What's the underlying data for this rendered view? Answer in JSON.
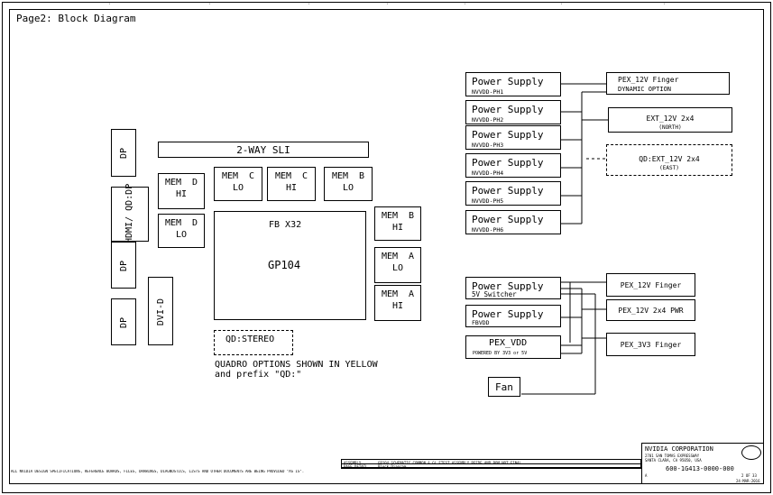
{
  "page_title": "Page2: Block Diagram",
  "left_blocks": {
    "dp1": "DP",
    "hdmi": "HDMI/ QD:DP",
    "dp2": "DP",
    "dp3": "DP",
    "dvi": "DVI-D"
  },
  "sli": "2-WAY SLI",
  "mem": {
    "d_hi": "MEM  D\nHI",
    "d_lo": "MEM  D\nLO",
    "c_lo": "MEM  C\nLO",
    "c_hi": "MEM  C\nHI",
    "b_lo": "MEM  B\nLO",
    "b_hi": "MEM  B\nHI",
    "a_lo": "MEM  A\nLO",
    "a_hi": "MEM  A\nHI"
  },
  "gpu": {
    "fb": "FB X32",
    "name": "GP104"
  },
  "qd_stereo": "QD:STEREO",
  "note_line1": "QUADRO OPTIONS SHOWN IN YELLOW",
  "note_line2": "and prefix \"QD:\"",
  "power_supplies": [
    {
      "title": "Power Supply",
      "sub": "NVVDD-PH1"
    },
    {
      "title": "Power Supply",
      "sub": "NVVDD-PH2"
    },
    {
      "title": "Power Supply",
      "sub": "NVVDD-PH3"
    },
    {
      "title": "Power Supply",
      "sub": "NVVDD-PH4"
    },
    {
      "title": "Power Supply",
      "sub": "NVVDD-PH5"
    },
    {
      "title": "Power Supply",
      "sub": "NVVDD-PH6"
    }
  ],
  "right_top": {
    "pex_finger_l1": "PEX_12V Finger",
    "pex_finger_l2": "DYNAMIC OPTION",
    "ext_north_l1": "EXT_12V 2x4",
    "ext_north_l2": "(NORTH)",
    "ext_east_l1": "QD:EXT_12V 2x4",
    "ext_east_l2": "(EAST)"
  },
  "lower_supplies": {
    "sw_title": "Power Supply",
    "sw_sub": "5V Switcher",
    "fb_title": "Power Supply",
    "fb_sub": "FBVDD",
    "pexvdd_title": "PEX_VDD",
    "pexvdd_sub": "POWERED BY 3V3 or 5V",
    "fan": "Fan"
  },
  "right_bottom": {
    "pex12": "PEX_12V Finger",
    "pwr": "PEX_12V 2x4 PWR",
    "pex3v3": "PEX_3V3 Finger"
  },
  "title_block": {
    "company": "NVIDIA CORPORATION",
    "addr1": "2701 SAN TOMAS EXPRESSWAY",
    "addr2": "SANTA CLARA, CA 95050, USA",
    "part": "600-1G413-0000-000",
    "rev": "A",
    "page": "2 OF 33",
    "date": "24-MAR-2016",
    "assembly_label": "ASSEMBLY",
    "assembly_val": "GP104 SCHEMATIC COMMON & GL FTEST ASSEMBLY REFDE AND BOM NOT FINAL",
    "page_detail_label": "PAGE DETAIL",
    "page_detail_val": "Block Diagram",
    "disclaimer": "ALL NVIDIA DESIGN SPECIFICATIONS, REFERENCE BOARDS, FILES, DRAWINGS, DIAGNOSTICS, LISTS AND OTHER DOCUMENTS ARE BEING PROVIDED \"AS IS\"."
  }
}
